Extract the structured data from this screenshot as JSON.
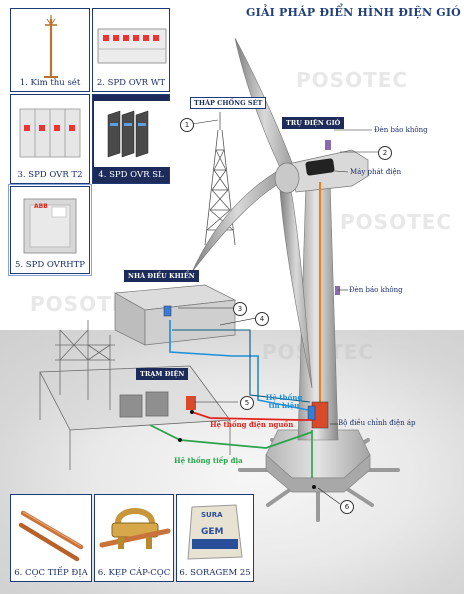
{
  "title": "GIẢI PHÁP ĐIỂN HÌNH ĐIỆN GIÓ",
  "watermark": "POSOTEC",
  "products_top": [
    {
      "label": "1. Kim thu sét"
    },
    {
      "label": "2. SPD OVR WT"
    },
    {
      "label": "3. SPD OVR T2"
    },
    {
      "label": "4. SPD OVR SL"
    },
    {
      "label": "5. SPD OVRHTP"
    }
  ],
  "products_bottom": [
    {
      "label": "6. CỌC TIẾP ĐỊA"
    },
    {
      "label": "6. KẸP CÁP-CỌC"
    },
    {
      "label": "6. SORAGEM 25"
    }
  ],
  "product_marks": {
    "bag_brand": "SURA",
    "bag_name": "GEM",
    "abb": "ABB"
  },
  "diagram": {
    "tower_tag": "THÁP CHỐNG SÉT",
    "turbine_tag": "TRỤ ĐIỆN GIÓ",
    "control_tag": "NHÀ ĐIỀU KHIỂN",
    "station_tag": "TRẠM ĐIỆN",
    "obstacle_light_top": "Đèn báo không",
    "generator": "Máy phát điện",
    "obstacle_light_mid": "Đèn báo không",
    "voltage_regulator": "Bộ điều chỉnh điện áp",
    "signal_system": "Hệ thống tín hiệu",
    "power_system": "Hệ thống điện nguồn",
    "grounding_system": "Hệ thống tiếp địa",
    "markers": [
      "1",
      "2",
      "3",
      "4",
      "5",
      "6"
    ]
  },
  "colors": {
    "navy": "#1e3a78",
    "power_line": "#e2231a",
    "ground_line": "#2aa34a",
    "signal_line": "#1f8fd6",
    "turbine_lead": "#f07d1a"
  }
}
